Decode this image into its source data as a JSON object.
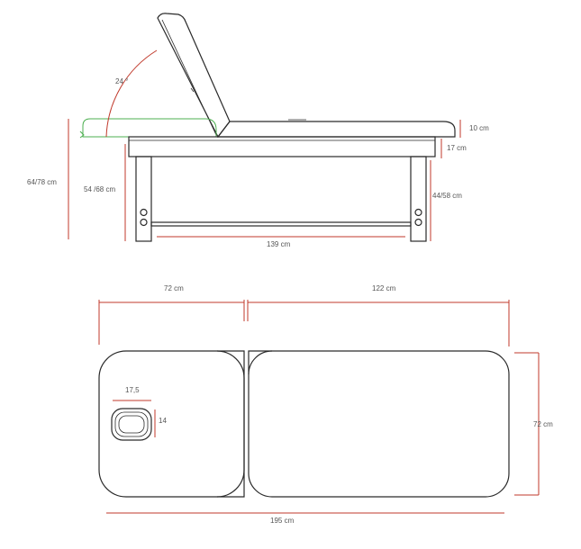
{
  "colors": {
    "dimension": "#c0392b",
    "outline": "#2a2a2a",
    "headrest_lowered": "#4caf50",
    "text": "#555555"
  },
  "side_view": {
    "angle_label": "24 °",
    "total_height_label": "64/78 cm",
    "frame_height_label": "54 /68 cm",
    "top_thickness_label": "10 cm",
    "apron_height_label": "17 cm",
    "leg_height_label": "44/58 cm",
    "leg_span_label": "139 cm"
  },
  "top_view": {
    "head_section_label": "72 cm",
    "body_section_label": "122 cm",
    "width_label": "72 cm",
    "total_length_label": "195 cm",
    "face_hole_width_label": "17,5",
    "face_hole_height_label": "14"
  }
}
